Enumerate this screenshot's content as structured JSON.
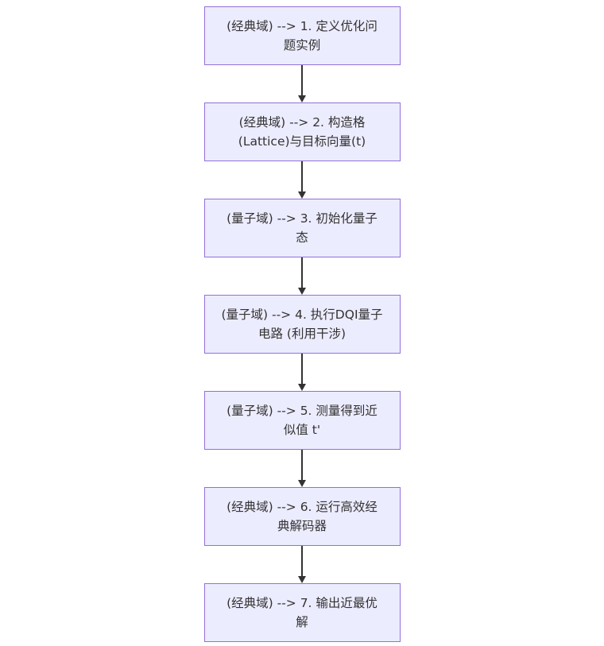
{
  "colors": {
    "background": "#ffffff",
    "node_fill": "#ECECFF",
    "node_border": "#9370DB",
    "text": "#333333",
    "arrow": "#333333"
  },
  "diagram": {
    "type": "flowchart-top-down",
    "nodes": [
      {
        "id": "step-1",
        "label": "(经典域) --> 1. 定义优化问题实例",
        "lines": [
          "(经典域) --> 1. 定义优化问",
          "题实例"
        ]
      },
      {
        "id": "step-2",
        "label": "(经典域) --> 2. 构造格(Lattice)与目标向量(t)",
        "lines": [
          "(经典域) --> 2. 构造格",
          "(Lattice)与目标向量(t)"
        ]
      },
      {
        "id": "step-3",
        "label": "(量子域) --> 3. 初始化量子态",
        "lines": [
          "(量子域) --> 3. 初始化量子",
          "态"
        ]
      },
      {
        "id": "step-4",
        "label": "(量子域) --> 4. 执行DQI量子电路 (利用干涉)",
        "lines": [
          "(量子域) --> 4. 执行DQI量子",
          "电路 (利用干涉)"
        ]
      },
      {
        "id": "step-5",
        "label": "(量子域) --> 5. 测量得到近似值 t'",
        "lines": [
          "(量子域) --> 5. 测量得到近",
          "似值 t'"
        ]
      },
      {
        "id": "step-6",
        "label": "(经典域) --> 6. 运行高效经典解码器",
        "lines": [
          "(经典域) --> 6. 运行高效经",
          "典解码器"
        ]
      },
      {
        "id": "step-7",
        "label": "(经典域) --> 7. 输出近最优解",
        "lines": [
          "(经典域) --> 7. 输出近最优",
          "解"
        ]
      }
    ]
  }
}
